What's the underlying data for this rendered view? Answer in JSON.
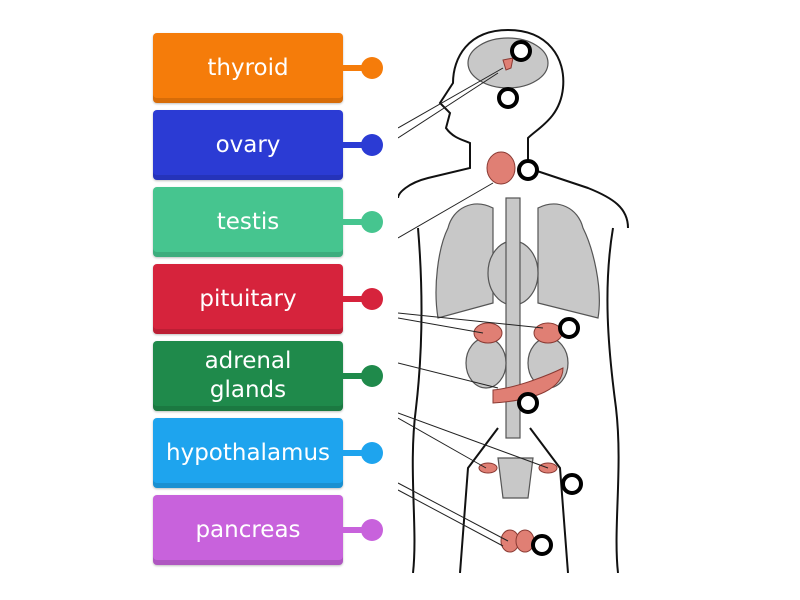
{
  "labels": [
    {
      "text": "thyroid",
      "color": "#f57c0a"
    },
    {
      "text": "ovary",
      "color": "#2b3bd4"
    },
    {
      "text": "testis",
      "color": "#46c58f"
    },
    {
      "text": "pituitary",
      "color": "#d6233c"
    },
    {
      "text": "adrenal glands",
      "color": "#1f8a4b"
    },
    {
      "text": "hypothalamus",
      "color": "#1ea4ee"
    },
    {
      "text": "pancreas",
      "color": "#c862dc"
    }
  ],
  "targets": 7
}
